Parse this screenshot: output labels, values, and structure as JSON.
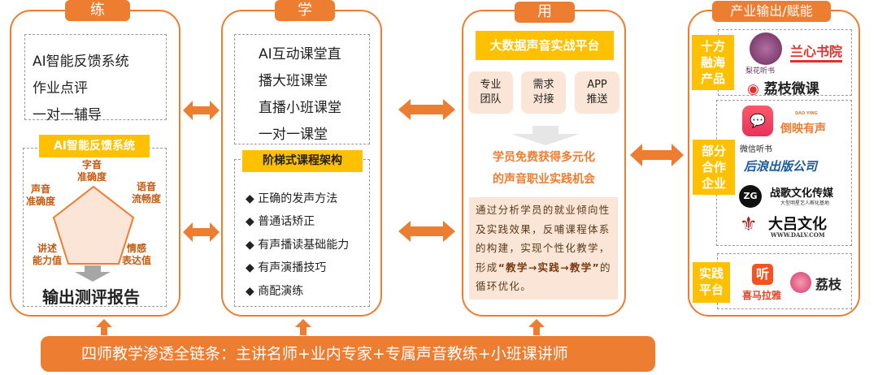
{
  "practice": {
    "title": "练",
    "items": [
      "AI智能反馈系统",
      "作业点评",
      "一对一辅导"
    ],
    "ai_label": "AI智能反馈系统",
    "dims": [
      "字音\n准确度",
      "语音\n流畅度",
      "情感\n表达值",
      "讲述\n能力值",
      "声音\n准确度"
    ],
    "output": "输出测评报告"
  },
  "learn": {
    "title": "学",
    "items": [
      "AI互动课堂直",
      "播大班课堂",
      "直播小班课堂",
      "一对一课堂"
    ],
    "course_label": "阶梯式课程架构",
    "course_items": [
      "◆ 正确的发声方法",
      "◆ 普通话矫正",
      "◆ 有声播读基础能力",
      "◆ 有声演播技巧",
      "◆ 商配演练"
    ]
  },
  "use": {
    "title": "用",
    "platform": "大数据声音实战平台",
    "boxes": [
      [
        "专业",
        "团队"
      ],
      [
        "需求",
        "对接"
      ],
      [
        "APP",
        "推送"
      ]
    ],
    "headline": [
      "学员免费获得多元化",
      "的声音职业实践机会"
    ],
    "desc_plain": "通过分析学员的就业倾向性及实践效果，反哺课程体系的构建，实现个性化教学，形成",
    "desc_bold": "“教学→实践→教学”",
    "desc_end": "的循环优化。"
  },
  "industry": {
    "title": "产业输出/赋能",
    "group1": {
      "label": "十方融海产品",
      "logos": [
        "梨花听书",
        "兰心书院",
        "荔枝微课"
      ]
    },
    "group2": {
      "label": "部分合作企业",
      "logos": [
        "DAO YING",
        "倒映有声",
        "微信听书",
        "后浪出版公司",
        "战歌文化传媒",
        "大型明星艺人孵化基地",
        "大吕文化",
        "WWW.DALV.COM"
      ]
    },
    "group3": {
      "label": "实践平台",
      "logos": [
        "听",
        "喜马拉雅",
        "荔枝"
      ]
    }
  },
  "footer": "四师教学渗透全链条：主讲名师+业内专家+专属声音教练+小班课讲师",
  "colors": {
    "orange": "#ED7D31",
    "yellow": "#FFC000",
    "peach": "#FBE5D6",
    "brown": "#C55A11"
  }
}
